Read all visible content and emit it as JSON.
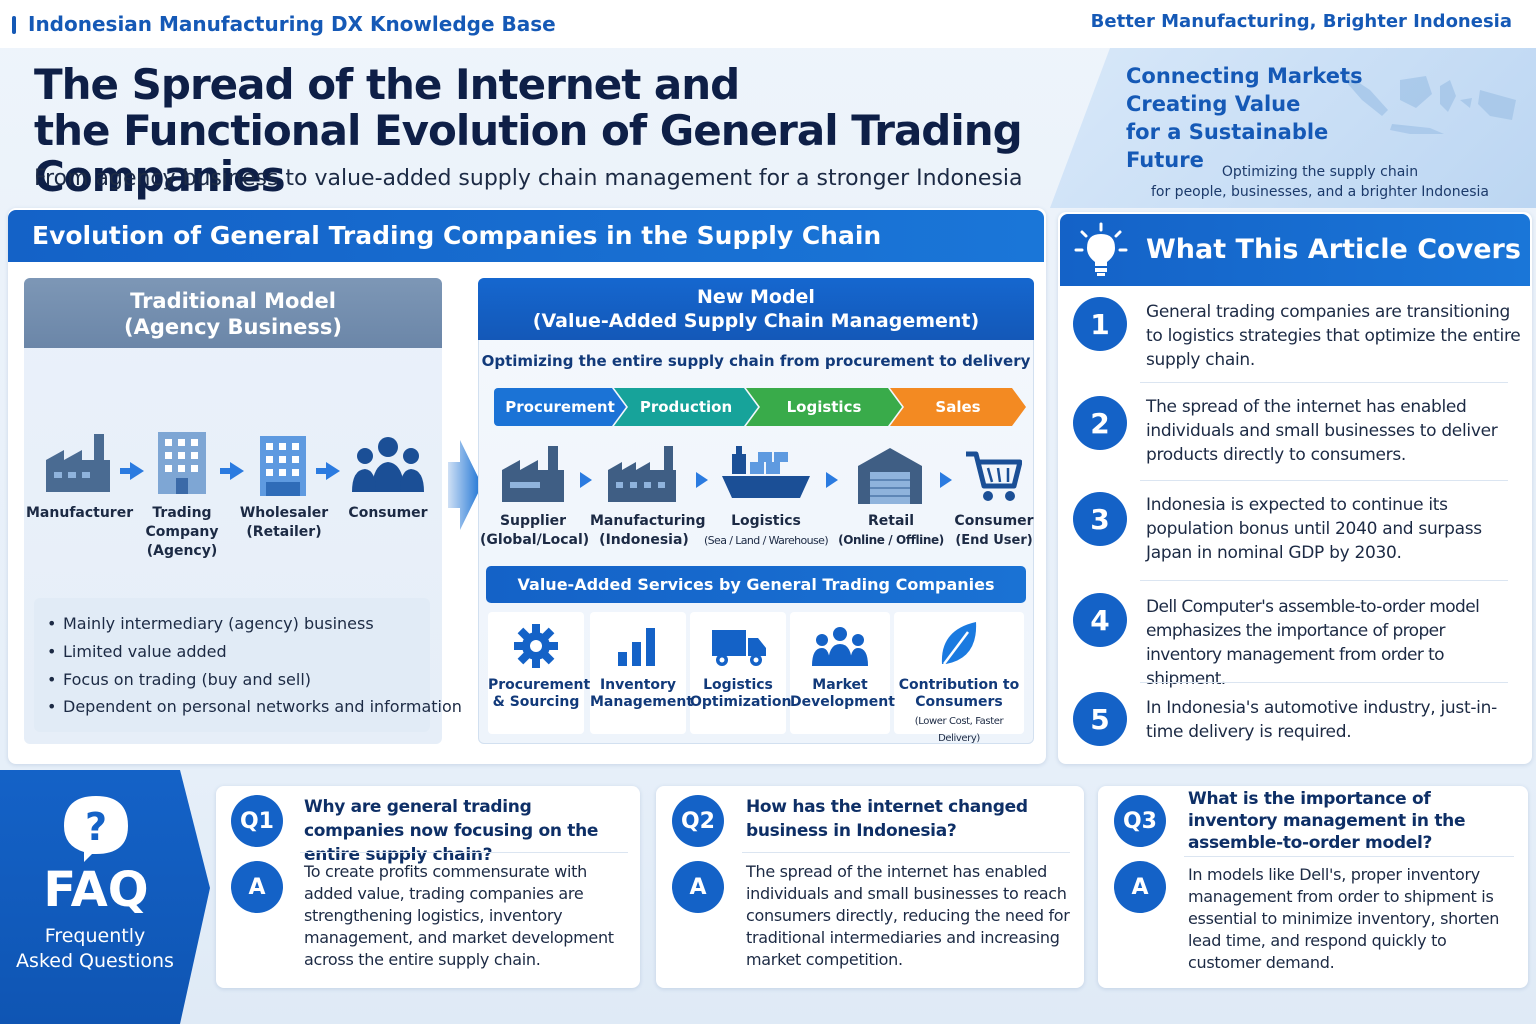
{
  "header": {
    "kb_title": "Indonesian Manufacturing DX Knowledge Base",
    "tagline": "Better Manufacturing, Brighter Indonesia"
  },
  "hero": {
    "title_line1": "The Spread of the Internet and",
    "title_line2": "the Functional Evolution of General Trading Companies",
    "subtitle": "From agency business to value-added supply chain management for a stronger Indonesia"
  },
  "slogan": {
    "line1": "Connecting Markets",
    "line2": "Creating Value",
    "line3": "for a Sustainable Future",
    "sub1": "Optimizing the supply chain",
    "sub2": "for people, businesses, and a brighter Indonesia"
  },
  "evolution": {
    "title": "Evolution of General Trading Companies in the Supply Chain",
    "traditional": {
      "title1": "Traditional Model",
      "title2": "(Agency Business)",
      "flow": [
        {
          "label": "Manufacturer",
          "icon": "factory-icon"
        },
        {
          "label": "Trading\nCompany\n(Agency)",
          "icon": "office-building-icon"
        },
        {
          "label": "Wholesaler\n(Retailer)",
          "icon": "building-icon"
        },
        {
          "label": "Consumer",
          "icon": "people-icon"
        }
      ],
      "notes": [
        "Mainly intermediary (agency) business",
        "Limited value added",
        "Focus on trading (buy and sell)",
        "Dependent on personal networks and information"
      ]
    },
    "new_model": {
      "title1": "New Model",
      "title2": "(Value-Added Supply Chain Management)",
      "subtitle": "Optimizing the entire supply chain from procurement to delivery",
      "stages": [
        {
          "label": "Procurement",
          "color": "#1b73d6"
        },
        {
          "label": "Production",
          "color": "#17a39a"
        },
        {
          "label": "Logistics",
          "color": "#39ab4a"
        },
        {
          "label": "Sales",
          "color": "#f38a22"
        }
      ],
      "flow": [
        {
          "label": "Supplier",
          "sub": "(Global/Local)",
          "icon": "factory-icon"
        },
        {
          "label": "Manufacturing",
          "sub": "(Indonesia)",
          "icon": "factory-icon"
        },
        {
          "label": "Logistics",
          "sub": "(Sea / Land / Warehouse)",
          "icon": "cargo-ship-icon"
        },
        {
          "label": "Retail",
          "sub": "(Online / Offline)",
          "icon": "warehouse-icon"
        },
        {
          "label": "Consumer",
          "sub": "(End User)",
          "icon": "shopping-cart-icon"
        }
      ],
      "services_title": "Value-Added Services by General Trading Companies",
      "services": [
        {
          "label1": "Procurement",
          "label2": "& Sourcing",
          "sub": "",
          "icon": "gear-icon"
        },
        {
          "label1": "Inventory",
          "label2": "Management",
          "sub": "",
          "icon": "bar-chart-icon"
        },
        {
          "label1": "Logistics",
          "label2": "Optimization",
          "sub": "",
          "icon": "truck-icon"
        },
        {
          "label1": "Market",
          "label2": "Development",
          "sub": "",
          "icon": "team-icon"
        },
        {
          "label1": "Contribution to",
          "label2": "Consumers",
          "sub": "(Lower Cost, Faster Delivery)",
          "icon": "leaf-icon"
        }
      ]
    }
  },
  "covers": {
    "title": "What This Article Covers",
    "items": [
      {
        "num": "1",
        "text": "General trading companies are transitioning to logistics strategies that optimize the entire supply chain."
      },
      {
        "num": "2",
        "text": "The spread of the internet has enabled individuals and small businesses to deliver products directly to consumers."
      },
      {
        "num": "3",
        "text": "Indonesia is expected to continue its population bonus until 2040 and surpass Japan in nominal GDP by 2030."
      },
      {
        "num": "4",
        "text": "Dell Computer's assemble-to-order model emphasizes the importance of proper inventory management from order to shipment."
      },
      {
        "num": "5",
        "text": "In Indonesia's automotive industry, just-in-time delivery is required."
      }
    ]
  },
  "faq": {
    "label": "FAQ",
    "sub1": "Frequently",
    "sub2": "Asked Questions",
    "items": [
      {
        "q_badge": "Q1",
        "a_badge": "A",
        "question": "Why are general trading companies now focusing on the entire supply chain?",
        "answer": "To create profits commensurate with added value, trading companies are strengthening logistics, inventory management, and market development across the entire supply chain."
      },
      {
        "q_badge": "Q2",
        "a_badge": "A",
        "question": "How has the internet changed business in Indonesia?",
        "answer": "The spread of the internet has enabled individuals and small businesses to reach consumers directly, reducing the need for traditional intermediaries and increasing market competition."
      },
      {
        "q_badge": "Q3",
        "a_badge": "A",
        "question": "What is the importance of inventory management in the assemble-to-order model?",
        "answer": "In models like Dell's, proper inventory management from order to shipment is essential to minimize inventory, shorten lead time, and respond quickly to customer demand."
      }
    ]
  }
}
